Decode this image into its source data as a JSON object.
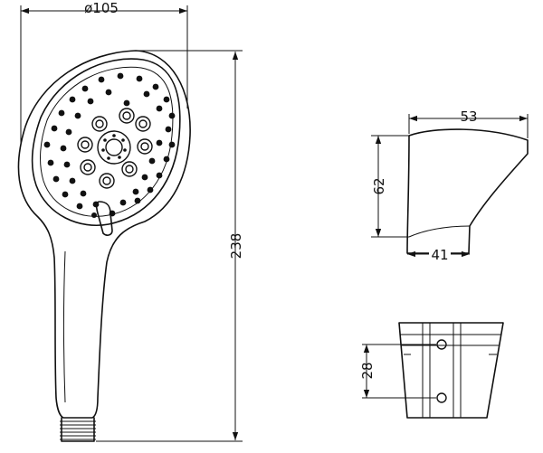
{
  "dimensions": {
    "head_diameter": "ø105",
    "total_length": "238",
    "holder_top_width": "53",
    "holder_height": "62",
    "holder_bottom_width": "41",
    "holder_front_height": "28"
  },
  "colors": {
    "line": "#111111",
    "background": "#ffffff"
  }
}
